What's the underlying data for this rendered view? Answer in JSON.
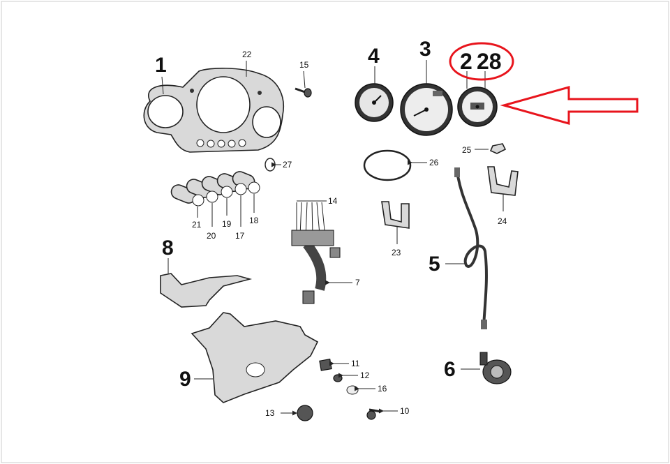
{
  "labels": {
    "p1": "1",
    "p2": "2",
    "p3": "3",
    "p4": "4",
    "p5": "5",
    "p6": "6",
    "p7": "7",
    "p8": "8",
    "p9": "9",
    "p10": "10",
    "p11": "11",
    "p12": "12",
    "p13": "13",
    "p14": "14",
    "p15": "15",
    "p16": "16",
    "p17": "17",
    "p18": "18",
    "p19": "19",
    "p20": "20",
    "p21": "21",
    "p22": "22",
    "p23": "23",
    "p24": "24",
    "p25": "25",
    "p26": "26",
    "p27": "27",
    "p28": "28"
  },
  "highlight": {
    "color": "#e8141c"
  }
}
